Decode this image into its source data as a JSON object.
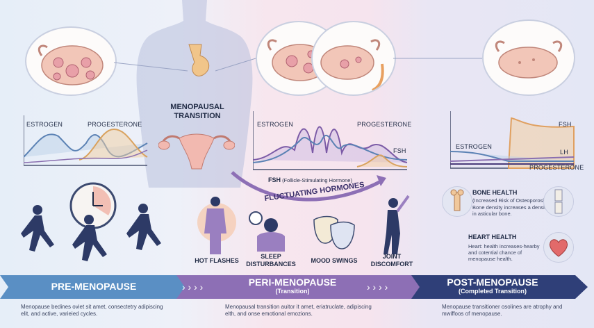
{
  "center": {
    "title_line1": "MENOPAUSAL",
    "title_line2": "TRANSITION"
  },
  "charts": {
    "pre": {
      "estrogen_label": "ESTROGEN",
      "progesterone_label": "PROGESTERONE"
    },
    "peri": {
      "estrogen_label": "ESTROGEN",
      "progesterone_label": "PROGESTERONE",
      "fsh_label": "FSH",
      "fsh_caption_bold": "FSH",
      "fsh_caption_rest": "(Follicle-Stimulating Hormone)"
    },
    "post": {
      "fsh_label": "FSH",
      "estrogen_label": "ESTROGEN",
      "lh_label": "LH",
      "progesterone_label": "PROGESTERONE"
    }
  },
  "fluctuating_label": "FLUCTUATING HORMONES",
  "symptoms": [
    {
      "line1": "HOT FLASHES",
      "line2": ""
    },
    {
      "line1": "SLEEP",
      "line2": "DISTURBANCES"
    },
    {
      "line1": "MOOD SWINGS",
      "line2": ""
    },
    {
      "line1": "JOINT",
      "line2": "DISCOMFORT"
    }
  ],
  "bone_health": {
    "title": "BONE HEALTH",
    "subtitle": "(Increased Risk of Osteoporosis)",
    "body": "Bone density increases a density in asticular bone."
  },
  "heart_health": {
    "title": "HEART HEALTH",
    "body": "Heart: health increases-hearby and cotential chance of menopause health."
  },
  "stages": {
    "pre": {
      "title": "PRE-MENOPAUSE",
      "subtitle": ""
    },
    "peri": {
      "title": "PERI-MENOPAUSE",
      "subtitle": "(Transition)"
    },
    "post": {
      "title": "POST-MENOPAUSE",
      "subtitle": "(Completed Transition)"
    }
  },
  "descriptions": {
    "pre": "Menopause bedines oviet sit amet, consectetry adipiscing elit, and active, varieied cycles.",
    "peri": "Menopausal transition auitor it amet, eriatruclate, adipiscing elth, and onse emotional emozions.",
    "post": "Menopause transitioner osolines are atrophy and mwiffoos of menopause."
  },
  "colors": {
    "estrogen": "#5b82b4",
    "progesterone": "#d9a25e",
    "fsh": "#7b5aa6",
    "lh": "#8a6fb0",
    "band_pre": "#5a8fc4",
    "band_peri": "#8d6fb5",
    "band_post": "#2f3f78"
  }
}
